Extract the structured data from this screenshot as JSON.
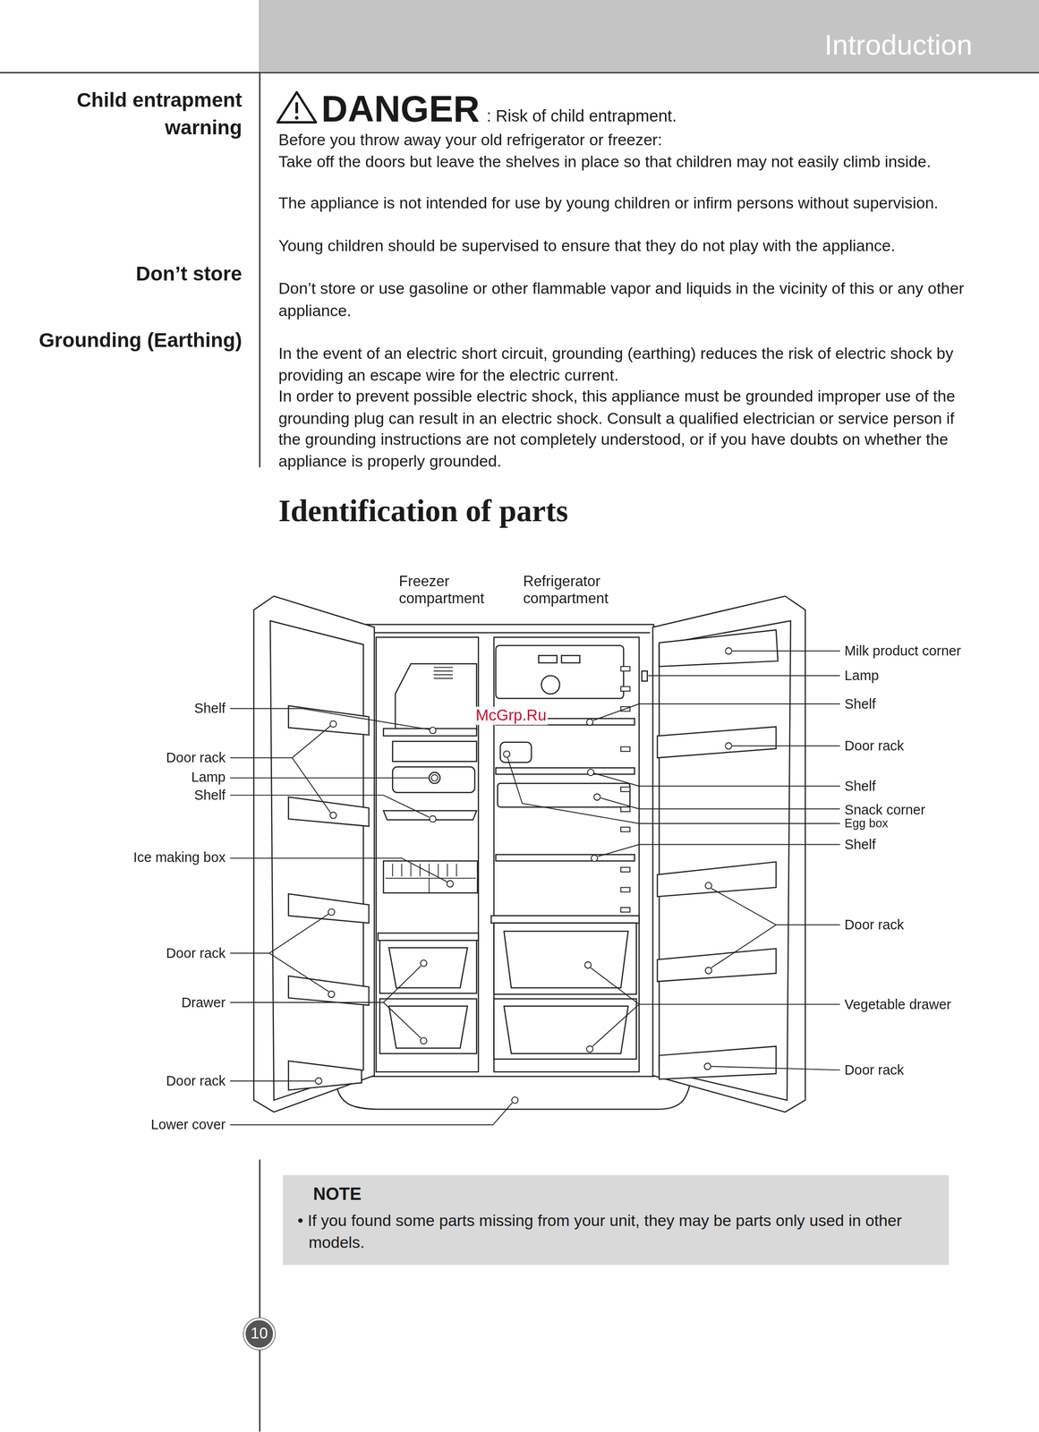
{
  "diagram": {
    "title": "Identification of parts",
    "nodes": [
      {
        "text": [
          "Introduction"
        ]
      },
      {
        "text": [
          "NOTE",
          "• If you found some parts missing from your unit, they may be parts only used in other models."
        ]
      },
      {
        "text": [
          "10"
        ]
      }
    ],
    "labels": [
      "Child entrapment warning",
      "DANGER",
      ": Risk of child entrapment.",
      "Before you throw away your old refrigerator or freezer:",
      "Take off the doors but leave the shelves in place so that children may not easily climb inside.",
      "The appliance is not intended for use by young children or infirm persons without supervision.",
      "Young children should be supervised to ensure that they do not play with the appliance.",
      "Don’t store",
      "Don’t store or use gasoline or other flammable vapor and liquids in the vicinity of this or any other appliance.",
      "Grounding (Earthing)",
      "In the event of an electric short circuit, grounding (earthing) reduces the risk of electric shock by providing an escape wire for the electric current.",
      "In order to prevent possible electric shock, this appliance must be grounded improper use of the grounding plug can result in an electric shock. Consult a qualified electrician or service person if the grounding instructions are not completely understood, or if you have doubts on whether the appliance is properly grounded.",
      "Freezer compartment",
      "Refrigerator compartment",
      "McGrp.Ru",
      "Shelf",
      "Door rack",
      "Lamp",
      "Shelf",
      "Ice making box",
      "Door rack",
      "Drawer",
      "Door rack",
      "Lower cover",
      "Milk product corner",
      "Lamp",
      "Shelf",
      "Door rack",
      "Shelf",
      "Snack corner",
      "Egg box",
      "Shelf",
      "Door rack",
      "Vegetable drawer",
      "Door rack"
    ]
  }
}
